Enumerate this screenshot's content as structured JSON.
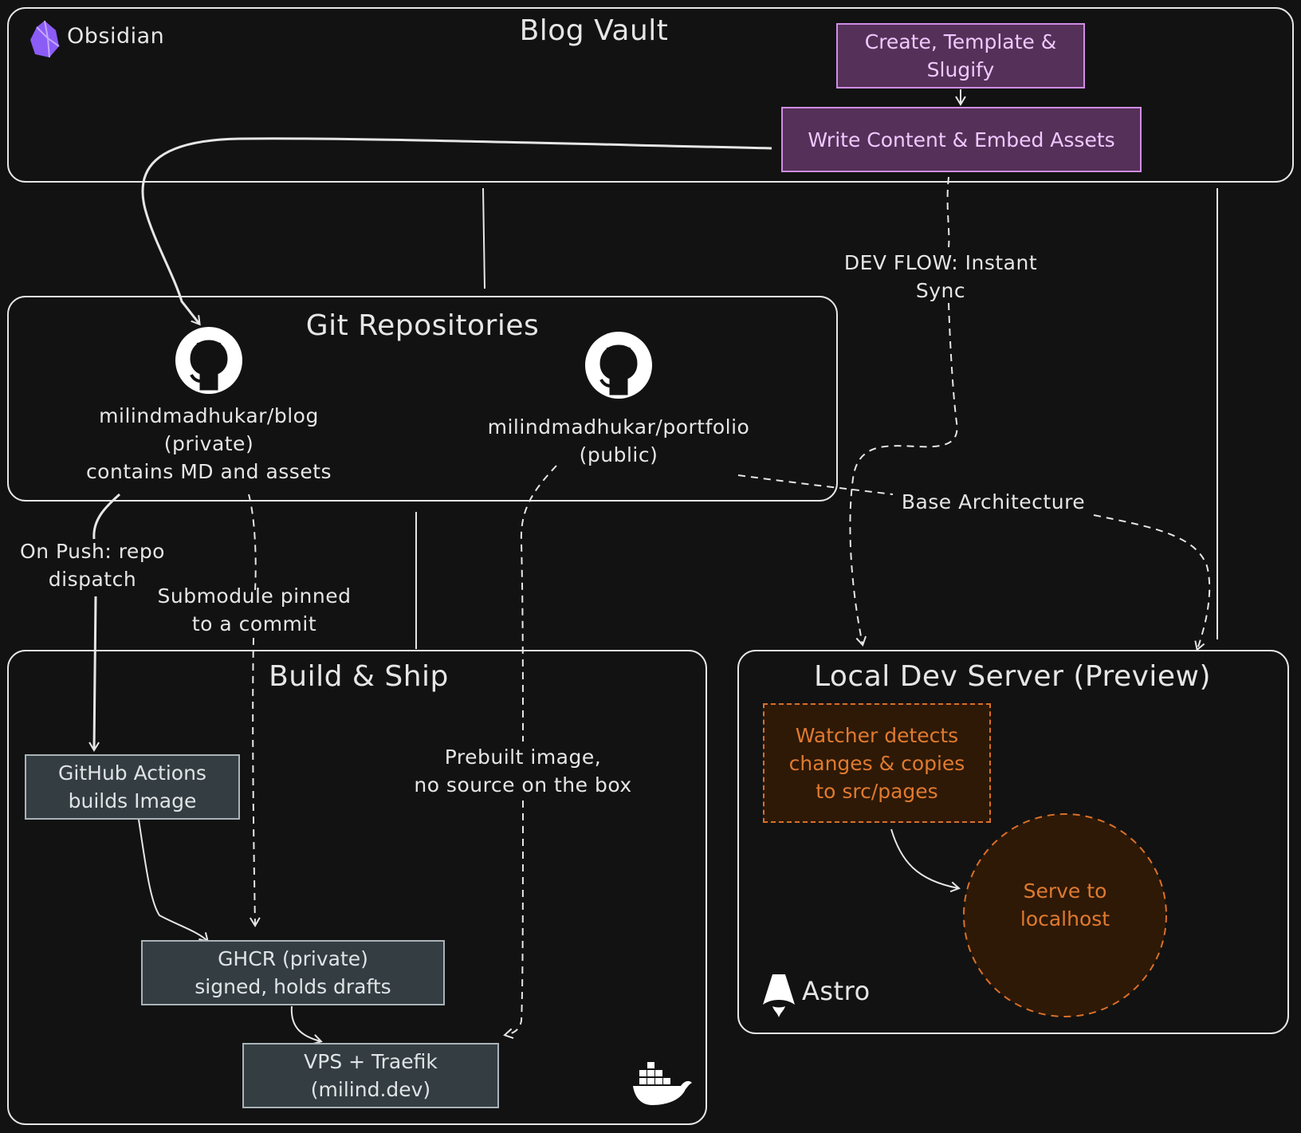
{
  "colors": {
    "background": "#121212",
    "stroke": "#e6e6e6",
    "purple_fill": "#553058",
    "purple_stroke": "#d08de6",
    "slate_fill": "#343d42",
    "orange_fill": "#2e1906",
    "orange_stroke": "#d9702a",
    "obsidian_logo": "#8b5cf6"
  },
  "groups": {
    "blog_vault": {
      "title": "Blog Vault",
      "brand": "Obsidian",
      "icon": "obsidian-logo-icon"
    },
    "git_repos": {
      "title": "Git Repositories"
    },
    "build_ship": {
      "title": "Build & Ship",
      "icon": "docker-whale-icon"
    },
    "local_dev": {
      "title": "Local Dev Server (Preview)",
      "brand": "Astro",
      "icon": "astro-logo-icon"
    }
  },
  "nodes": {
    "create_template": "Create, Template &\nSlugify",
    "write_content": "Write Content & Embed Assets",
    "repo_blog": "milindmadhukar/blog\n(private)\ncontains MD and assets",
    "repo_portfolio": "milindmadhukar/portfolio\n(public)",
    "github_actions": "GitHub Actions\nbuilds Image",
    "ghcr": "GHCR (private)\nsigned, holds drafts",
    "vps": "VPS + Traefik\n(milind.dev)",
    "watcher": "Watcher detects\nchanges & copies\nto src/pages",
    "serve": "Serve to\nlocalhost"
  },
  "edge_labels": {
    "dev_flow": "DEV FLOW: Instant\nSync",
    "base_architecture": "Base Architecture",
    "on_push": "On Push: repo\ndispatch",
    "submodule": "Submodule pinned\nto a commit",
    "prebuilt": "Prebuilt image,\nno source on the box"
  }
}
